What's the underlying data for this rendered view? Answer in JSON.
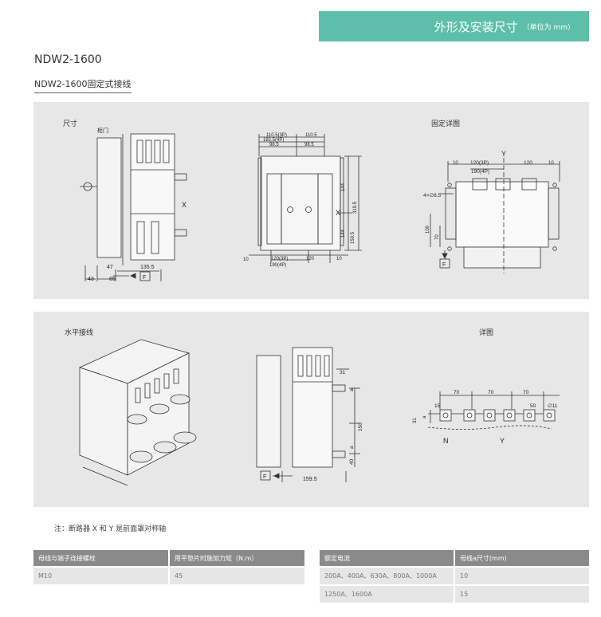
{
  "header": {
    "title": "外形及安装尺寸",
    "unit_note": "（单位为 mm）"
  },
  "model": "NDW2-1600",
  "section": "NDW2-1600固定式接线",
  "panel_fixed": {
    "label_dimensions": "尺寸",
    "label_detail": "固定详图",
    "side_view": {
      "cabinet_door": "柜门",
      "x_axis": "X",
      "dims": [
        "47",
        "135.5",
        "43",
        "65"
      ],
      "front_marker": "F"
    },
    "front_view": {
      "top_dims": [
        "110.5(3P)",
        "182.5(4P)",
        "98.5",
        "110.5",
        "98.5"
      ],
      "side_dims": [
        "144",
        "319.5",
        "144",
        "150.5"
      ],
      "bottom_dims": [
        "10",
        "120(3P)",
        "190(4P)",
        "120",
        "10"
      ],
      "x_axis": "X"
    },
    "detail_view": {
      "y_axis": "Y",
      "dims": [
        "10",
        "120(3P)",
        "190(4P)",
        "120",
        "10"
      ],
      "hole": "4×∅8.5",
      "vertical_dims": [
        "100",
        "70"
      ],
      "front_marker": "F"
    }
  },
  "panel_horizontal": {
    "label_wiring": "水平接线",
    "label_detail": "详图",
    "side_view": {
      "dims": [
        "31",
        "a",
        "150",
        "a",
        "40",
        "159.5"
      ],
      "front_marker": "F"
    },
    "detail_view": {
      "dims": [
        "70",
        "70",
        "70",
        "15",
        "50",
        "∅11",
        "31",
        "a"
      ],
      "n_label": "N",
      "y_label": "Y"
    }
  },
  "note": "注：断路器 X 和 Y 是前面罩对称轴",
  "table_left": {
    "headers": [
      "母线与端子连接螺栓",
      "用平垫片时施加力矩（N.m）"
    ],
    "rows": [
      [
        "M10",
        "45"
      ]
    ]
  },
  "table_right": {
    "headers": [
      "额定电流",
      "母线a尺寸(mm)"
    ],
    "rows": [
      [
        "200A、400A、630A、800A、1000A",
        "10"
      ],
      [
        "1250A、1600A",
        "15"
      ]
    ]
  }
}
